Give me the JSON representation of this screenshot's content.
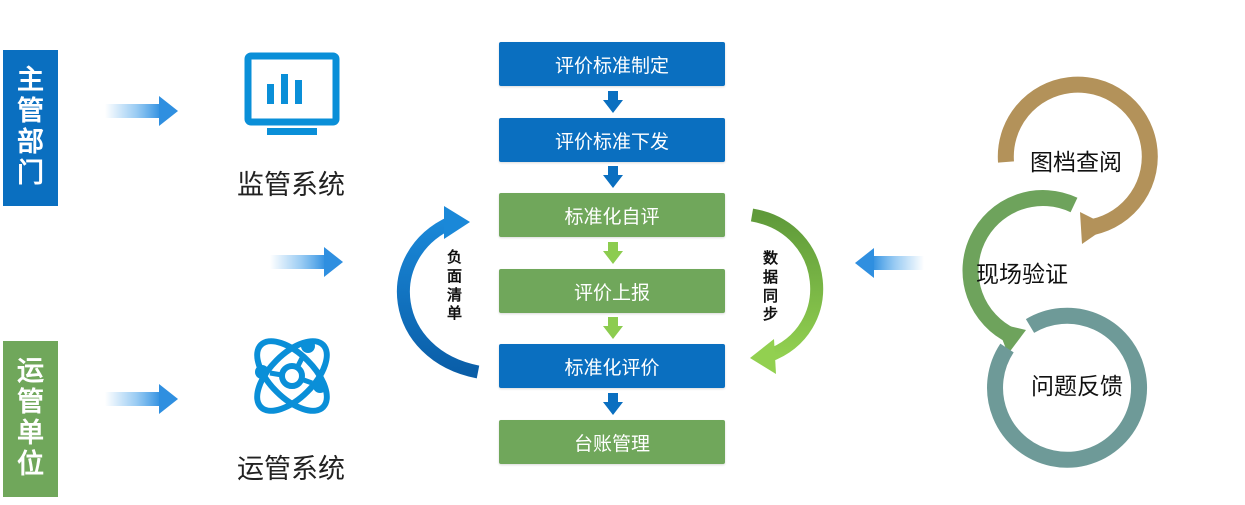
{
  "roles": [
    {
      "chars": [
        "主",
        "管",
        "部",
        "门"
      ],
      "color": "#0a6fc0"
    },
    {
      "chars": [
        "运",
        "管",
        "单",
        "位"
      ],
      "color": "#70a75b"
    }
  ],
  "systems": [
    {
      "label": "监管系统",
      "icon": "monitor-chart-icon",
      "color": "#0a8fd8"
    },
    {
      "label": "运管系统",
      "icon": "atom-network-icon",
      "color": "#0a8fd8"
    }
  ],
  "steps": [
    {
      "label": "评价标准制定",
      "color": "blue"
    },
    {
      "label": "评价标准下发",
      "color": "blue"
    },
    {
      "label": "标准化自评",
      "color": "green"
    },
    {
      "label": "评价上报",
      "color": "green"
    },
    {
      "label": "标准化评价",
      "color": "blue"
    },
    {
      "label": "台账管理",
      "color": "green"
    }
  ],
  "loops": {
    "left": {
      "chars": [
        "负",
        "面",
        "清",
        "单"
      ],
      "color": "#0a6fc0"
    },
    "right": {
      "chars": [
        "数",
        "据",
        "同",
        "步"
      ],
      "color": "#7ab648"
    }
  },
  "rings": [
    {
      "label": "图档查阅",
      "color": "#b3925a"
    },
    {
      "label": "现场验证",
      "color": "#6ea35c"
    },
    {
      "label": "问题反馈",
      "color": "#6e9a98"
    }
  ],
  "colors": {
    "blue": "#0a6fc0",
    "green": "#70a75b",
    "light_arrow": "#4aa3ea"
  }
}
